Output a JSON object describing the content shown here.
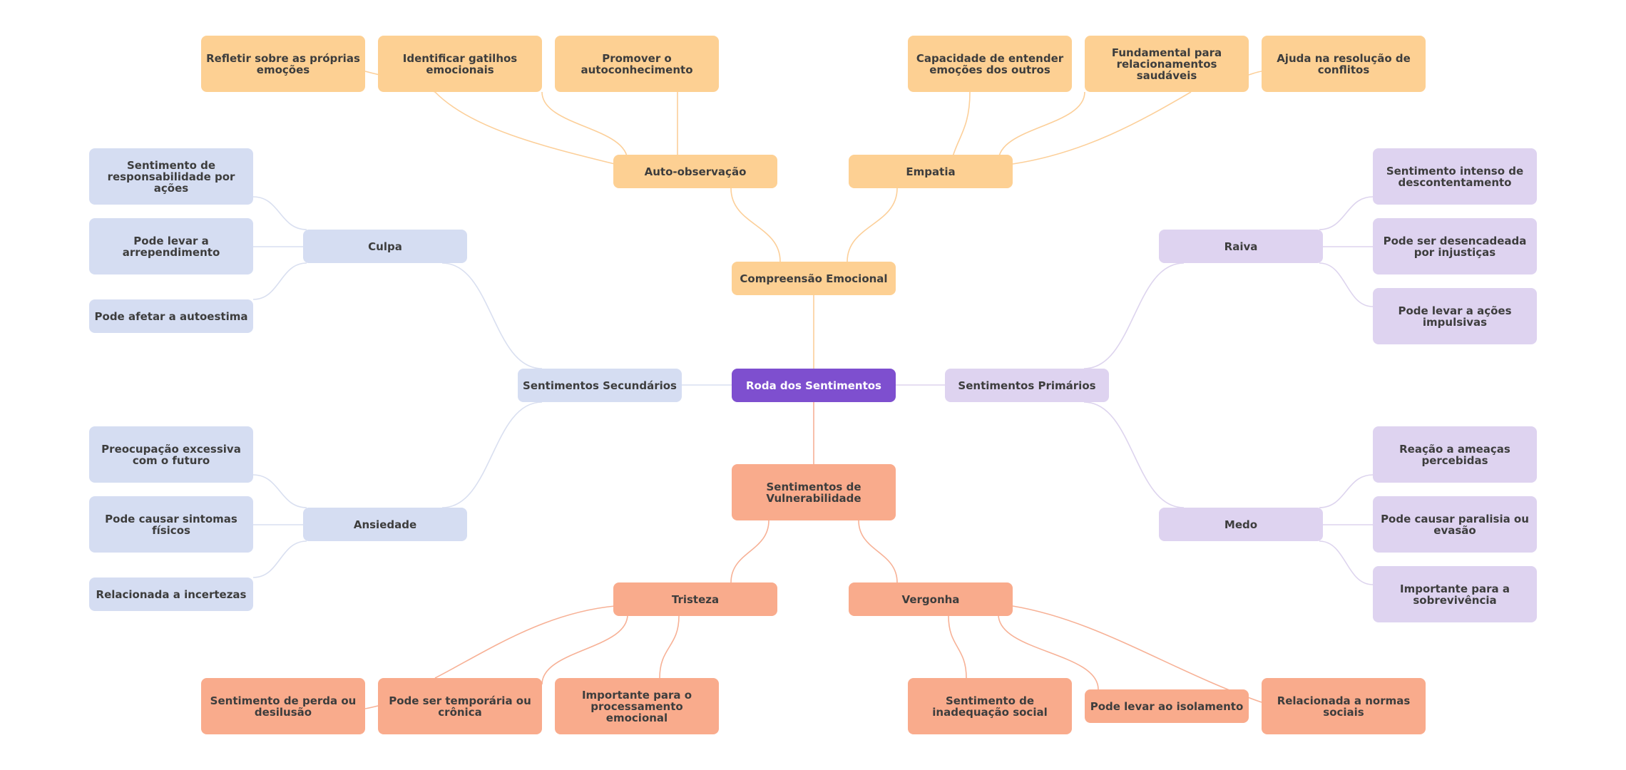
{
  "root": {
    "label": "Roda dos Sentimentos"
  },
  "compreensao": {
    "label": "Compreensão Emocional",
    "auto": {
      "label": "Auto-observação",
      "items": [
        "Refletir sobre as próprias emoções",
        "Identificar gatilhos emocionais",
        "Promover o autoconhecimento"
      ]
    },
    "empatia": {
      "label": "Empatia",
      "items": [
        "Capacidade de entender emoções dos outros",
        "Fundamental para relacionamentos saudáveis",
        "Ajuda na resolução de conflitos"
      ]
    }
  },
  "secundarios": {
    "label": "Sentimentos Secundários",
    "culpa": {
      "label": "Culpa",
      "items": [
        "Sentimento de responsabilidade por ações",
        "Pode levar a arrependimento",
        "Pode afetar a autoestima"
      ]
    },
    "ansiedade": {
      "label": "Ansiedade",
      "items": [
        "Preocupação excessiva com o futuro",
        "Pode causar sintomas físicos",
        "Relacionada a incertezas"
      ]
    }
  },
  "primarios": {
    "label": "Sentimentos Primários",
    "raiva": {
      "label": "Raiva",
      "items": [
        "Sentimento intenso de descontentamento",
        "Pode ser desencadeada por injustiças",
        "Pode levar a ações impulsivas"
      ]
    },
    "medo": {
      "label": "Medo",
      "items": [
        "Reação a ameaças percebidas",
        "Pode causar paralisia ou evasão",
        "Importante para a sobrevivência"
      ]
    }
  },
  "vulnerabilidade": {
    "label": "Sentimentos de Vulnerabilidade",
    "tristeza": {
      "label": "Tristeza",
      "items": [
        "Sentimento de perda ou desilusão",
        "Pode ser temporária ou crônica",
        "Importante para o processamento emocional"
      ]
    },
    "vergonha": {
      "label": "Vergonha",
      "items": [
        "Sentimento de inadequação social",
        "Pode levar ao isolamento",
        "Relacionada a normas sociais"
      ]
    }
  },
  "colors": {
    "root": "#7e4fcf",
    "compreensao": "#fdd093",
    "vulnerabilidade": "#f9ab8c",
    "secundarios": "#d5ddf2",
    "primarios": "#ded3f0",
    "link_compreensao": "#fccf99",
    "link_vulnerabilidade": "#f7b196",
    "link_secundarios": "#d9dff0",
    "link_primarios": "#ddd4ee"
  }
}
